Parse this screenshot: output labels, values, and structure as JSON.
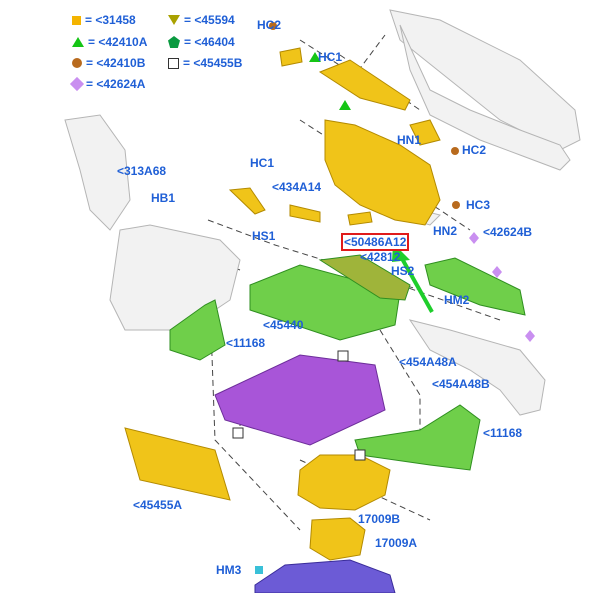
{
  "legend": [
    {
      "symbol": "yellow-square",
      "text": "= <31458"
    },
    {
      "symbol": "olive-triangle-down",
      "text": "= <45594"
    },
    {
      "symbol": "green-triangle-up",
      "text": "= <42410A"
    },
    {
      "symbol": "green-pentagon",
      "text": "= <46404"
    },
    {
      "symbol": "brown-circle",
      "text": "= <42410B"
    },
    {
      "symbol": "white-square",
      "text": "= <45455B"
    },
    {
      "symbol": "purple-diamond",
      "text": "= <42624A"
    }
  ],
  "callouts": {
    "hc2_top": "HC2",
    "hc1_top": "HC1",
    "hn1": "HN1",
    "hc2_right": "HC2",
    "hc3": "HC3",
    "c313a68": "<313A68",
    "hb1": "HB1",
    "hc1_left": "HC1",
    "c434a14": "<434A14",
    "hs1": "HS1",
    "highlighted": "<50486A12",
    "c42812": "<42812",
    "hn2": "HN2",
    "c42624b": "<42624B",
    "hs2": "HS2",
    "hm2": "HM2",
    "c45440": "<45440",
    "c11168_left": "<11168",
    "c454a48a": "<454A48A",
    "c454a48b": "<454A48B",
    "c11168_right": "<11168",
    "c45455a": "<45455A",
    "c17009b": "17009B",
    "c17009a": "17009A",
    "hm3": "HM3"
  },
  "colors": {
    "label": "#1f5fd6",
    "yellow_part": "#f0c419",
    "green_part": "#6fcf4a",
    "purple_part": "#a855d8",
    "highlight_border": "#e01b1b",
    "arrow": "#1fce2c"
  }
}
